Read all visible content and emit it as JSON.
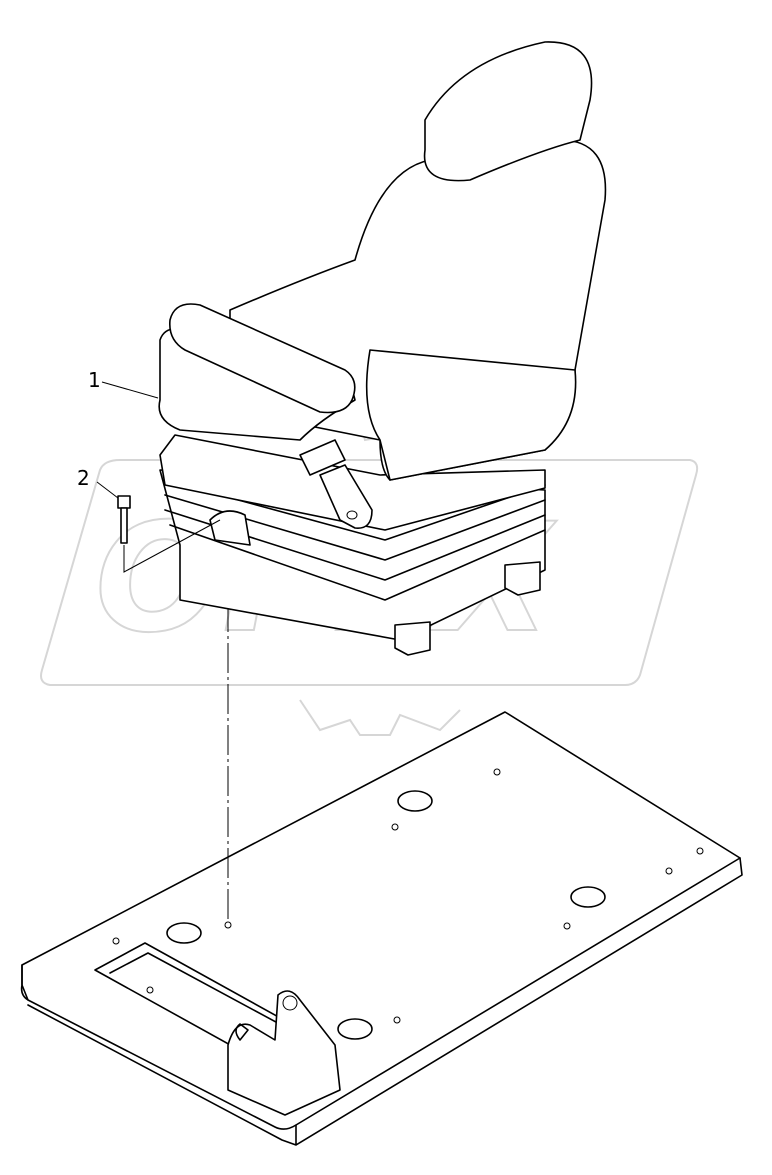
{
  "diagram": {
    "callouts": [
      {
        "number": "1",
        "part": "seat"
      },
      {
        "number": "2",
        "part": "bolt"
      }
    ],
    "watermark": "OPEX",
    "colors": {
      "line": "#000000",
      "watermark": "#d9d9d9",
      "background": "#ffffff"
    }
  }
}
